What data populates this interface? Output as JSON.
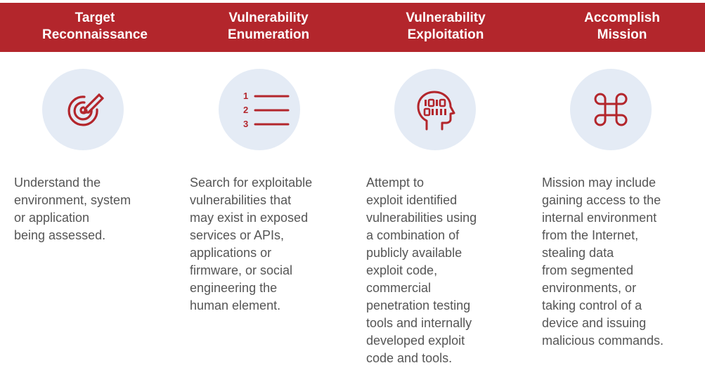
{
  "colors": {
    "banner": "#b3262c",
    "banner_text": "#ffffff",
    "icon_stroke": "#b3262c",
    "circle": "#e4ebf5",
    "body_text": "#555555"
  },
  "steps": [
    {
      "title": "Target\nReconnaissance",
      "icon": "target-arrow-icon",
      "description": "Understand the\nenvironment, system\nor application\nbeing assessed."
    },
    {
      "title": "Vulnerability\nEnumeration",
      "icon": "numbered-list-icon",
      "description": "Search for exploitable\nvulnerabilities that\nmay exist in exposed\nservices or APIs,\napplications or\nfirmware, or social\nengineering the\nhuman element."
    },
    {
      "title": "Vulnerability\nExploitation",
      "icon": "binary-head-icon",
      "description": "Attempt to\nexploit identified\nvulnerabilities using\na combination of\npublicly available\nexploit code,\ncommercial\npenetration testing\ntools and internally\ndeveloped exploit\ncode and tools."
    },
    {
      "title": "Accomplish\nMission",
      "icon": "command-key-icon",
      "description": "Mission may include\ngaining access to the\ninternal environment\nfrom the Internet,\nstealing data\nfrom segmented\nenvironments, or\ntaking control of a\ndevice and issuing\nmalicious commands."
    }
  ]
}
